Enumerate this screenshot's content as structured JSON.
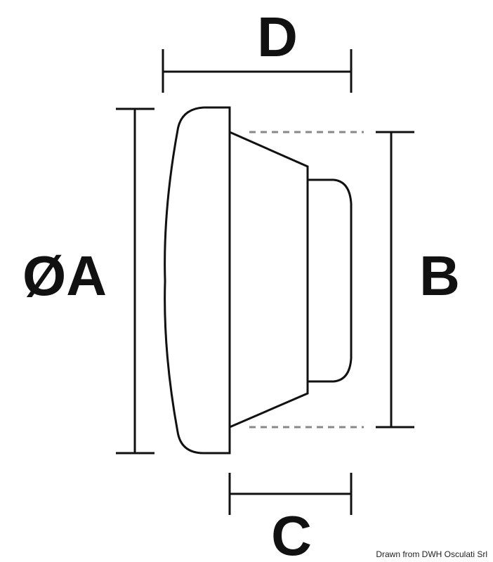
{
  "labels": {
    "d": "D",
    "a": "ØA",
    "b": "B",
    "c": "C"
  },
  "credit": "Drawn from DWH Osculati Srl",
  "colors": {
    "line": "#111111",
    "dashed": "#888888"
  }
}
